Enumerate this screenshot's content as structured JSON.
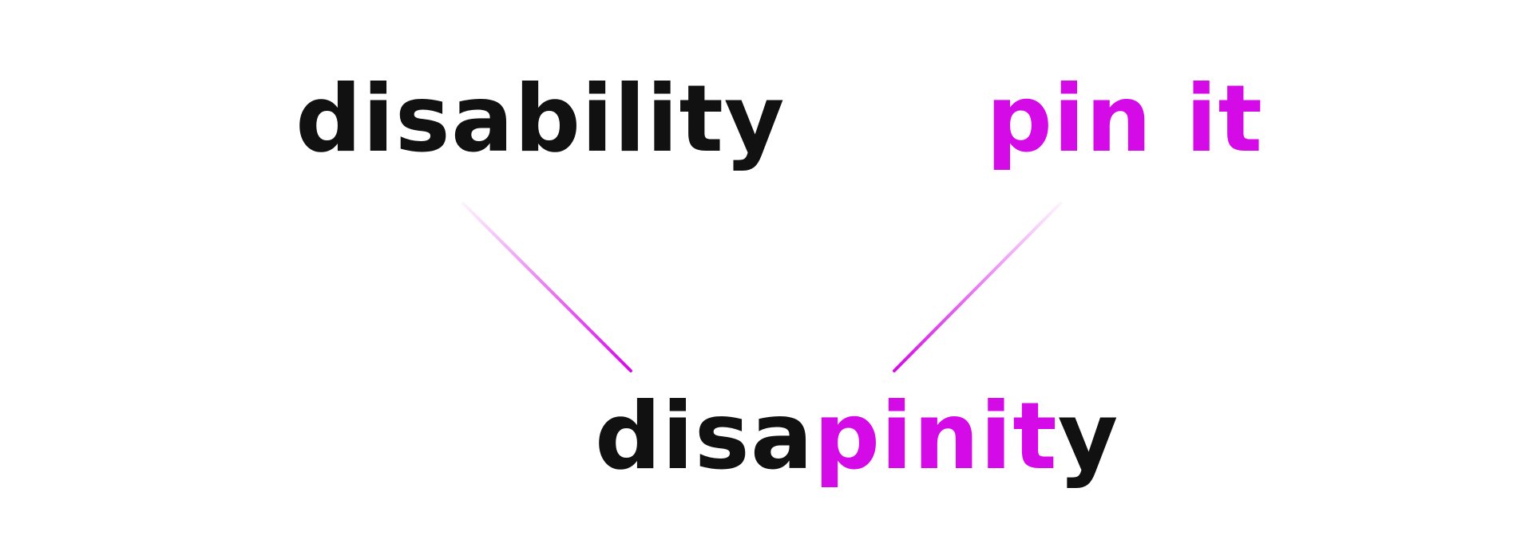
{
  "colors": {
    "black": "#111111",
    "magenta": "#d40be6",
    "background": "#ffffff"
  },
  "source_words": {
    "left": "disability",
    "right": "pin it"
  },
  "blend": {
    "part1": "disa",
    "part2": "pinit",
    "part3": "y"
  }
}
